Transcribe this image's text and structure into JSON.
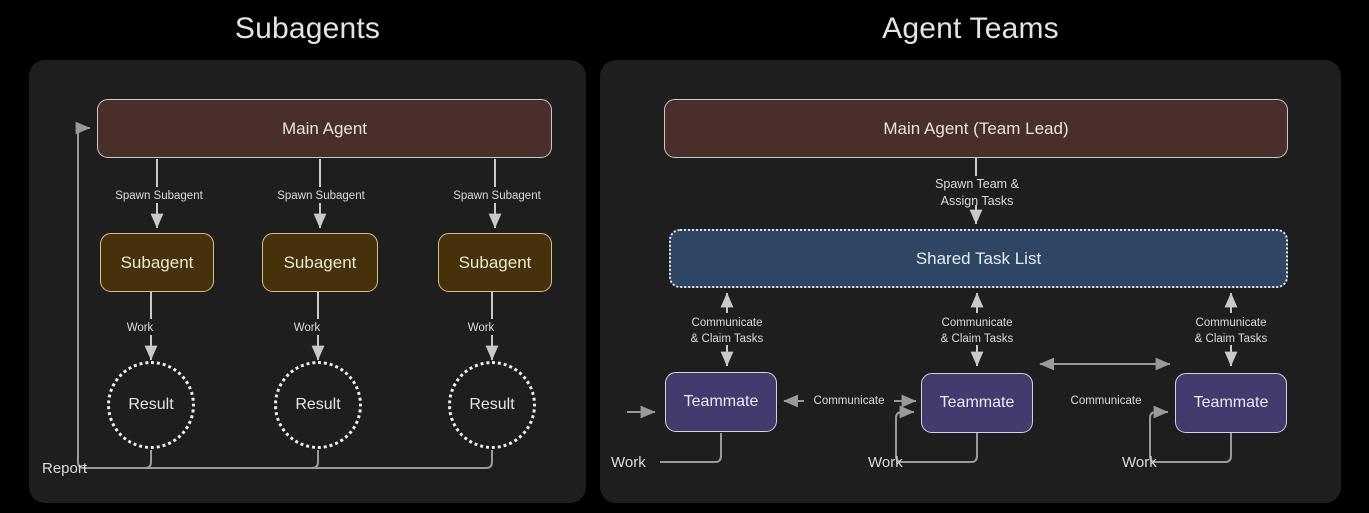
{
  "diagram": {
    "background": "#000000",
    "panel_bg": "#1e1e1e"
  },
  "left_panel": {
    "title": "Subagents",
    "main_agent": {
      "label": "Main Agent",
      "fill": "#4a2e2c",
      "stroke": "#cfc6c4"
    },
    "spawn_labels": [
      "Spawn Subagent",
      "Spawn Subagent",
      "Spawn Subagent"
    ],
    "subagents": [
      {
        "label": "Subagent",
        "fill": "#46320a",
        "stroke": "#d8c084"
      },
      {
        "label": "Subagent",
        "fill": "#46320a",
        "stroke": "#d8c084"
      },
      {
        "label": "Subagent",
        "fill": "#46320a",
        "stroke": "#d8c084"
      }
    ],
    "work_labels": [
      "Work",
      "Work",
      "Work"
    ],
    "results": [
      {
        "label": "Result",
        "stroke": "#ededed"
      },
      {
        "label": "Result",
        "stroke": "#ededed"
      },
      {
        "label": "Result",
        "stroke": "#ededed"
      }
    ],
    "report_label": "Report"
  },
  "right_panel": {
    "title": "Agent Teams",
    "main_agent": {
      "label": "Main Agent (Team Lead)",
      "fill": "#4a2e2c",
      "stroke": "#cfc6c4"
    },
    "spawn_label_line1": "Spawn Team &",
    "spawn_label_line2": "Assign Tasks",
    "task_list": {
      "label": "Shared Task List",
      "fill": "#2f4564",
      "stroke": "#e6e6e6"
    },
    "claim_labels": [
      {
        "line1": "Communicate",
        "line2": "& Claim Tasks"
      },
      {
        "line1": "Communicate",
        "line2": "& Claim Tasks"
      },
      {
        "line1": "Communicate",
        "line2": "& Claim Tasks"
      }
    ],
    "teammates": [
      {
        "label": "Teammate",
        "fill": "#433a6d",
        "stroke": "#d5d0e4"
      },
      {
        "label": "Teammate",
        "fill": "#433a6d",
        "stroke": "#d5d0e4"
      },
      {
        "label": "Teammate",
        "fill": "#433a6d",
        "stroke": "#d5d0e4"
      }
    ],
    "communicate_labels": [
      "Communicate",
      "Communicate"
    ],
    "work_labels": [
      "Work",
      "Work",
      "Work"
    ]
  }
}
